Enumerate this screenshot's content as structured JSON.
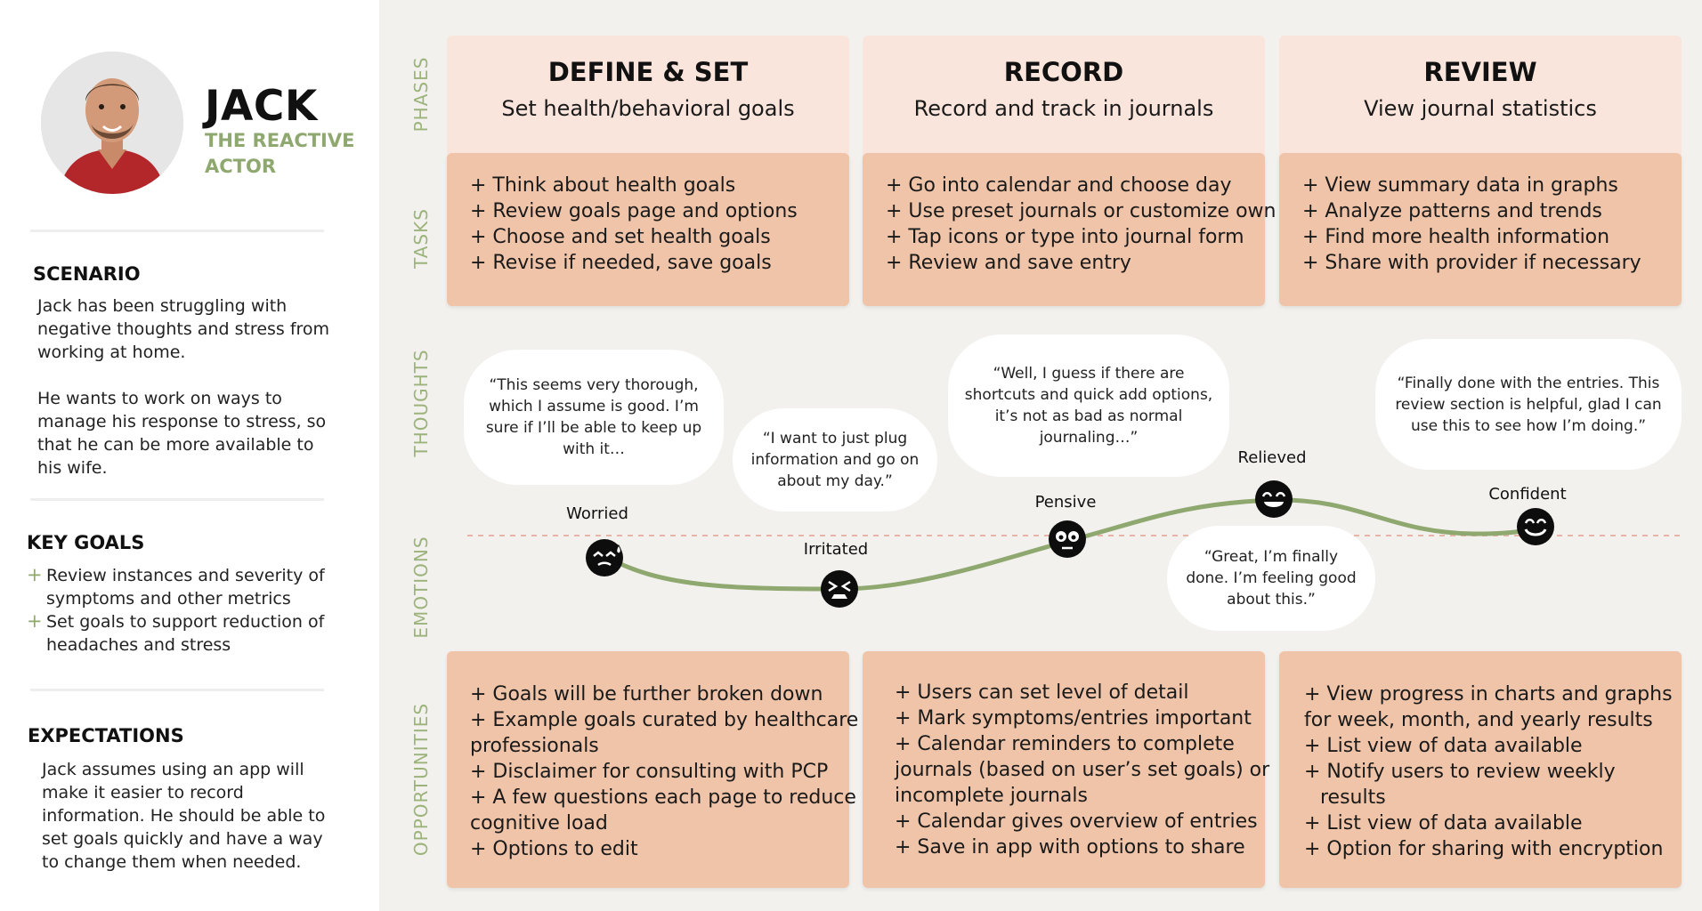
{
  "persona": {
    "name": "JACK",
    "subtitle": "THE REACTIVE ACTOR"
  },
  "scenario": {
    "title": "SCENARIO",
    "paragraphs": [
      "Jack has been struggling with negative thoughts and stress from working at home.",
      "He wants to work on ways to manage his response to stress, so that he can be more available to his wife."
    ]
  },
  "key_goals": {
    "title": "KEY GOALS",
    "items": [
      "Review instances and severity of symptoms and other metrics",
      "Set goals to support reduction of headaches and stress"
    ],
    "bullet": "+"
  },
  "expectations": {
    "title": "EXPECTATIONS",
    "text": "Jack assumes using an app will make it easier to record information. He should be able to set goals quickly and have a way to change them when needed."
  },
  "row_labels": {
    "phases": "PHASES",
    "tasks": "TASKS",
    "thoughts": "THOUGHTS",
    "emotions": "EMOTIONS",
    "opportunities": "OPPORTUNITIES"
  },
  "phases": [
    {
      "title": "DEFINE & SET",
      "subtitle": "Set health/behavioral goals",
      "tasks": [
        "+ Think about health goals",
        "+ Review goals page and options",
        "+ Choose and set health goals",
        "+ Revise if needed, save goals"
      ],
      "opportunities": [
        "+ Goals will be further broken down",
        "+ Example goals curated by healthcare",
        "professionals",
        "+ Disclaimer for consulting with PCP",
        "+ A few questions each page to reduce",
        "cognitive load",
        "+ Options to edit"
      ]
    },
    {
      "title": "RECORD",
      "subtitle": "Record and track in journals",
      "tasks": [
        "+ Go into calendar and choose day",
        "+ Use preset journals or customize own",
        "+ Tap icons or type into journal form",
        "+ Review and save entry"
      ],
      "opportunities": [
        "+ Users can set level of detail",
        "+ Mark symptoms/entries important",
        "+ Calendar reminders to complete",
        "journals (based on user’s set goals) or",
        "incomplete journals",
        "+ Calendar gives overview of entries",
        "+ Save in app with options to share"
      ]
    },
    {
      "title": "REVIEW",
      "subtitle": "View journal statistics",
      "tasks": [
        "+ View summary data in graphs",
        "+ Analyze patterns and trends",
        "+ Find more health information",
        "+ Share with provider if necessary"
      ],
      "opportunities": [
        "+ View progress in charts and graphs",
        "for week, month, and yearly results",
        "+ List view of data available",
        "+ Notify users to review weekly",
        "  results",
        "+ List view of data available",
        "+ Option for sharing with encryption"
      ]
    }
  ],
  "thoughts": [
    "“This seems very thorough, which I assume is good. I’m sure if I’ll be able to keep up with it…",
    "“I want to just plug information and go on about my day.”",
    "“Well, I guess if there are shortcuts and quick add options, it’s not as bad as normal journaling…”",
    "“Great, I’m finally done. I’m feeling good about this.”",
    "“Finally done with the entries. This review section is helpful, glad I can use this to see how I’m doing.”"
  ],
  "emotions": [
    {
      "label": "Worried",
      "face": "worried-face-icon"
    },
    {
      "label": "Irritated",
      "face": "irritated-face-icon"
    },
    {
      "label": "Pensive",
      "face": "pensive-face-icon"
    },
    {
      "label": "Relieved",
      "face": "relieved-face-icon"
    },
    {
      "label": "Confident",
      "face": "confident-face-icon"
    }
  ],
  "colors": {
    "accent_green": "#8fa870",
    "phase_bg": "#fae5dc",
    "card_bg": "#f0c4a8",
    "curve": "#8fa870",
    "baseline": "#e8b4a6"
  }
}
